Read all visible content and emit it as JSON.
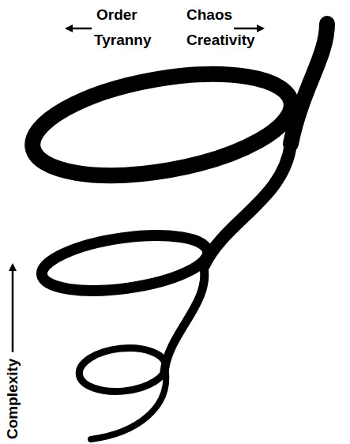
{
  "diagram": {
    "labels": [
      "Order",
      "Chaos",
      "Tyranny",
      "Creativity",
      "Complexity"
    ]
  }
}
